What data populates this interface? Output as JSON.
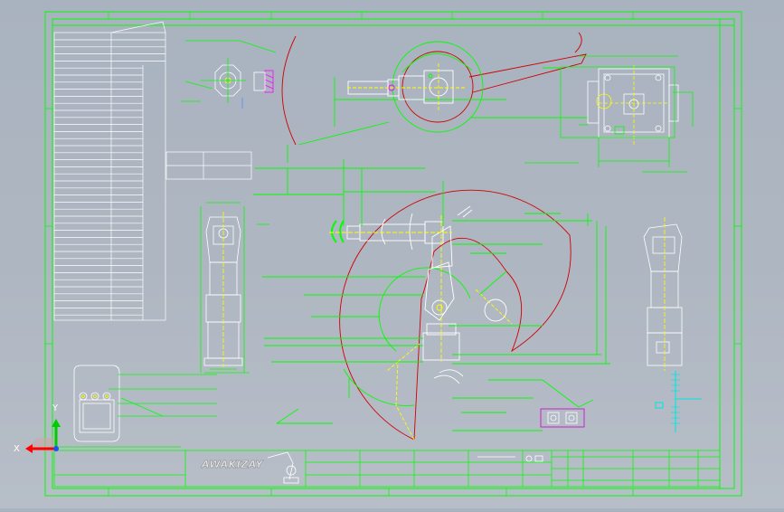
{
  "title_block": {
    "logo_text": "AWAKIZAY"
  },
  "axis_triad": {
    "x_label": "X",
    "y_label": "Y"
  },
  "colors": {
    "background": "#aeb6c1",
    "frame": "#00ff00",
    "geometry": "#ffffff",
    "motion_envelope": "#d00000",
    "centerline": "#ffff00",
    "highlight": "#cc00cc",
    "cyan_detail": "#00e5e5",
    "axis_x": "#ff0000",
    "axis_y": "#00cc00",
    "axis_z": "#1e50ff"
  }
}
